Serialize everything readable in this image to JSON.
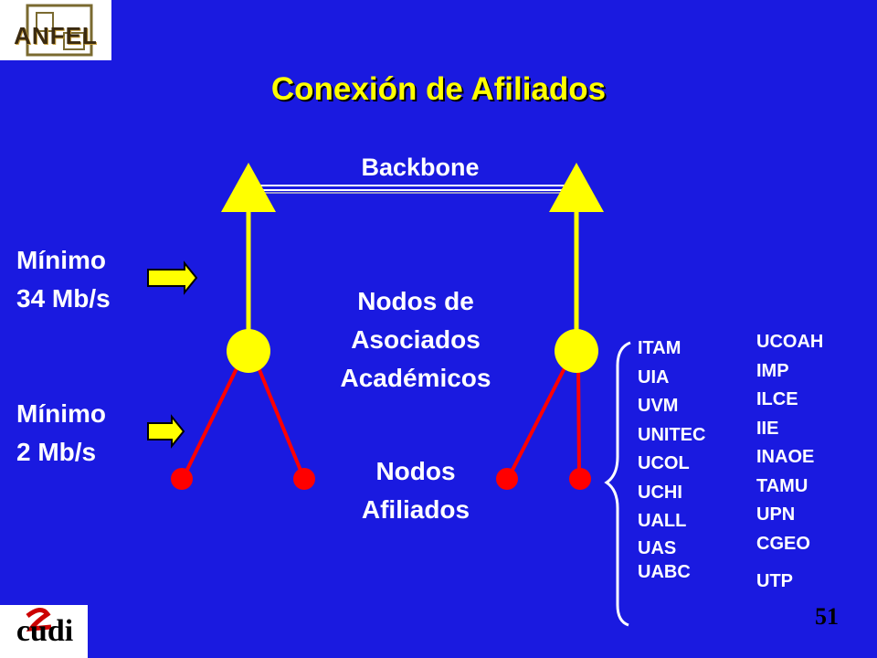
{
  "logos": {
    "anfel": "ANFEL",
    "cudi": "cudi"
  },
  "title": "Conexión de Afiliados",
  "backbone_label": "Backbone",
  "speed_labels": [
    {
      "line1": "Mínimo",
      "line2": "34 Mb/s"
    },
    {
      "line1": "Mínimo",
      "line2": "2 Mb/s"
    }
  ],
  "center_labels": {
    "academic_nodes": [
      "Nodos de",
      "Asociados",
      "Académicos"
    ],
    "affiliate_nodes": [
      "Nodos",
      "Afiliados"
    ]
  },
  "institutions_col1": [
    "ITAM",
    "UIA",
    "UVM",
    "UNITEC",
    "UCOL",
    "UCHI",
    "UALL",
    "UAS",
    "UABC"
  ],
  "institutions_col2": [
    "UCOAH",
    "IMP",
    "ILCE",
    "IIE",
    "INAOE",
    "TAMU",
    "UPN",
    "CGEO",
    "UTP"
  ],
  "page_number": "51",
  "colors": {
    "background": "#1a1ae0",
    "title": "#ffff00",
    "backbone_nodes": "#ffff00",
    "affiliate_nodes": "#ff0000"
  }
}
